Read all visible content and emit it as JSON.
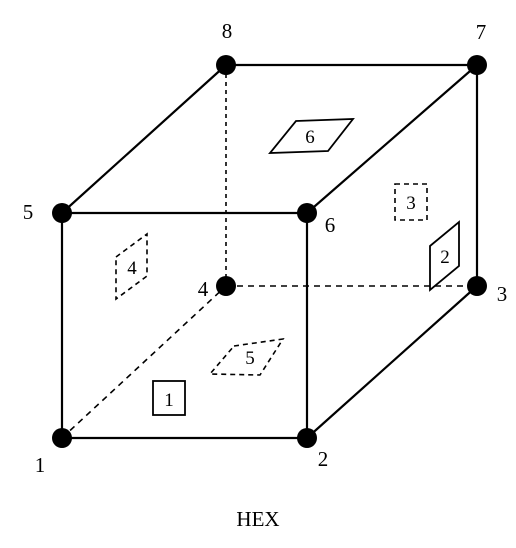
{
  "caption": "HEX",
  "nodes": [
    {
      "id": "1",
      "label": "1"
    },
    {
      "id": "2",
      "label": "2"
    },
    {
      "id": "3",
      "label": "3"
    },
    {
      "id": "4",
      "label": "4"
    },
    {
      "id": "5",
      "label": "5"
    },
    {
      "id": "6",
      "label": "6"
    },
    {
      "id": "7",
      "label": "7"
    },
    {
      "id": "8",
      "label": "8"
    }
  ],
  "faces": [
    {
      "id": "1",
      "label": "1",
      "style": "solid",
      "shape": "square"
    },
    {
      "id": "2",
      "label": "2",
      "style": "solid",
      "shape": "parallelogram"
    },
    {
      "id": "3",
      "label": "3",
      "style": "dashed",
      "shape": "square"
    },
    {
      "id": "4",
      "label": "4",
      "style": "dashed",
      "shape": "parallelogram"
    },
    {
      "id": "5",
      "label": "5",
      "style": "dashed",
      "shape": "parallelogram"
    },
    {
      "id": "6",
      "label": "6",
      "style": "solid",
      "shape": "parallelogram"
    }
  ],
  "edges": [
    {
      "from": "1",
      "to": "2",
      "style": "solid"
    },
    {
      "from": "2",
      "to": "6",
      "style": "solid"
    },
    {
      "from": "6",
      "to": "5",
      "style": "solid"
    },
    {
      "from": "5",
      "to": "1",
      "style": "solid"
    },
    {
      "from": "2",
      "to": "3",
      "style": "solid"
    },
    {
      "from": "3",
      "to": "7",
      "style": "solid"
    },
    {
      "from": "7",
      "to": "6",
      "style": "solid"
    },
    {
      "from": "7",
      "to": "8",
      "style": "solid"
    },
    {
      "from": "8",
      "to": "5",
      "style": "solid"
    },
    {
      "from": "1",
      "to": "4",
      "style": "dashed"
    },
    {
      "from": "4",
      "to": "3",
      "style": "dashed"
    },
    {
      "from": "4",
      "to": "8",
      "style": "dashed"
    }
  ]
}
